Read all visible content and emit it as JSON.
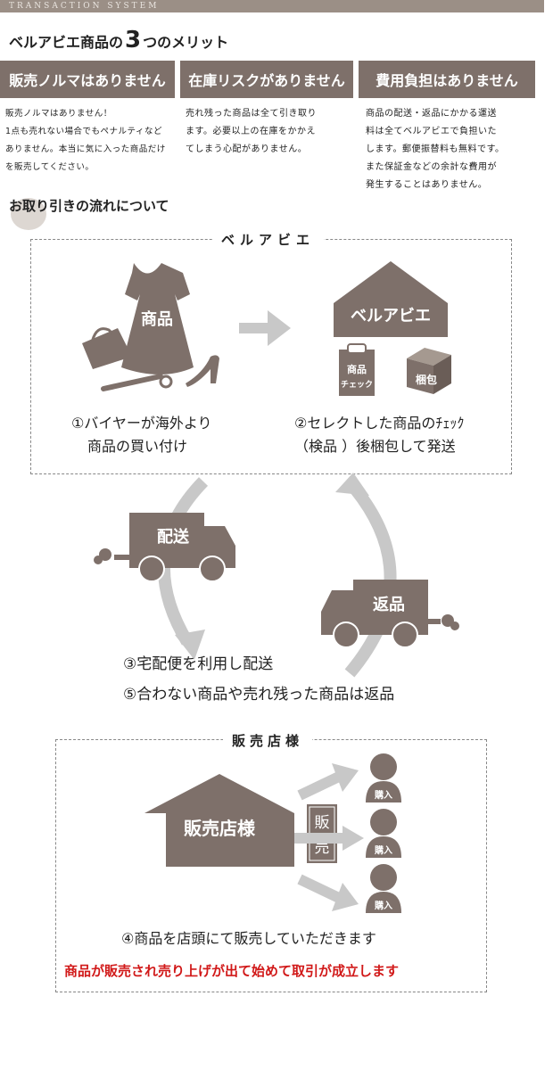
{
  "header": {
    "system_label": "TRANSACTION SYSTEM"
  },
  "merits": {
    "title_prefix": "ベルアビエ商品の",
    "title_number": "3",
    "title_suffix": "つのメリット",
    "items": [
      {
        "heading": "販売ノルマはありません",
        "lines": [
          "販売ノルマはありません！",
          "1点も売れない場合でもペナルティなど",
          "ありません。本当に気に入った商品だけ",
          "を販売してください。"
        ]
      },
      {
        "heading": "在庫リスクがありません",
        "lines": [
          "売れ残った商品は全て引き取り",
          "ます。必要以上の在庫をかかえ",
          "てしまう心配がありません。"
        ]
      },
      {
        "heading": "費用負担はありません",
        "lines": [
          "商品の配送・返品にかかる運送",
          "料は全てベルアビエで負担いた",
          "します。郵便振替料も無料です。",
          "また保証金などの余計な費用が",
          "発生することはありません。"
        ]
      }
    ]
  },
  "flow": {
    "title": "お取り引きの流れについて",
    "belle_box": {
      "label": "ベルアビエ",
      "dress_label": "商品",
      "house_label": "ベルアビエ",
      "check_label_1": "商品",
      "check_label_2": "チェック",
      "package_label": "梱包",
      "step1_line1": "①バイヤーが海外より",
      "step1_line2": "商品の買い付け",
      "step2_line1": "②セレクトした商品のﾁｪｯｸ",
      "step2_line2": "（検品 ）後梱包して発送"
    },
    "delivery_truck_label": "配送",
    "return_truck_label": "返品",
    "step3": "③宅配便を利用し配送",
    "step5": "⑤合わない商品や売れ残った商品は返品",
    "shop_box": {
      "label": "販売店様",
      "house_label": "販売店様",
      "sell_label_1": "販",
      "sell_label_2": "売",
      "buyer_label": "購入",
      "step4": "④商品を店頭にて販売していただきます",
      "final_message": "商品が販売され売り上げが出て始めて取引が成立します"
    }
  },
  "colors": {
    "brand_taupe": "#7e706a",
    "arrow_gray": "#c8c8c8",
    "alert_red": "#d11919"
  }
}
